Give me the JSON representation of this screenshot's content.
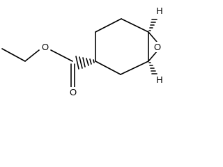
{
  "molecule": {
    "atoms": {
      "ring_oxygen": "O",
      "ester_oxygen": "O",
      "carbonyl_oxygen": "O",
      "upper_hydrogen": "H",
      "lower_hydrogen": "H"
    },
    "colors": {
      "bond": "#000000",
      "text": "#000000",
      "background": "#ffffff"
    }
  }
}
